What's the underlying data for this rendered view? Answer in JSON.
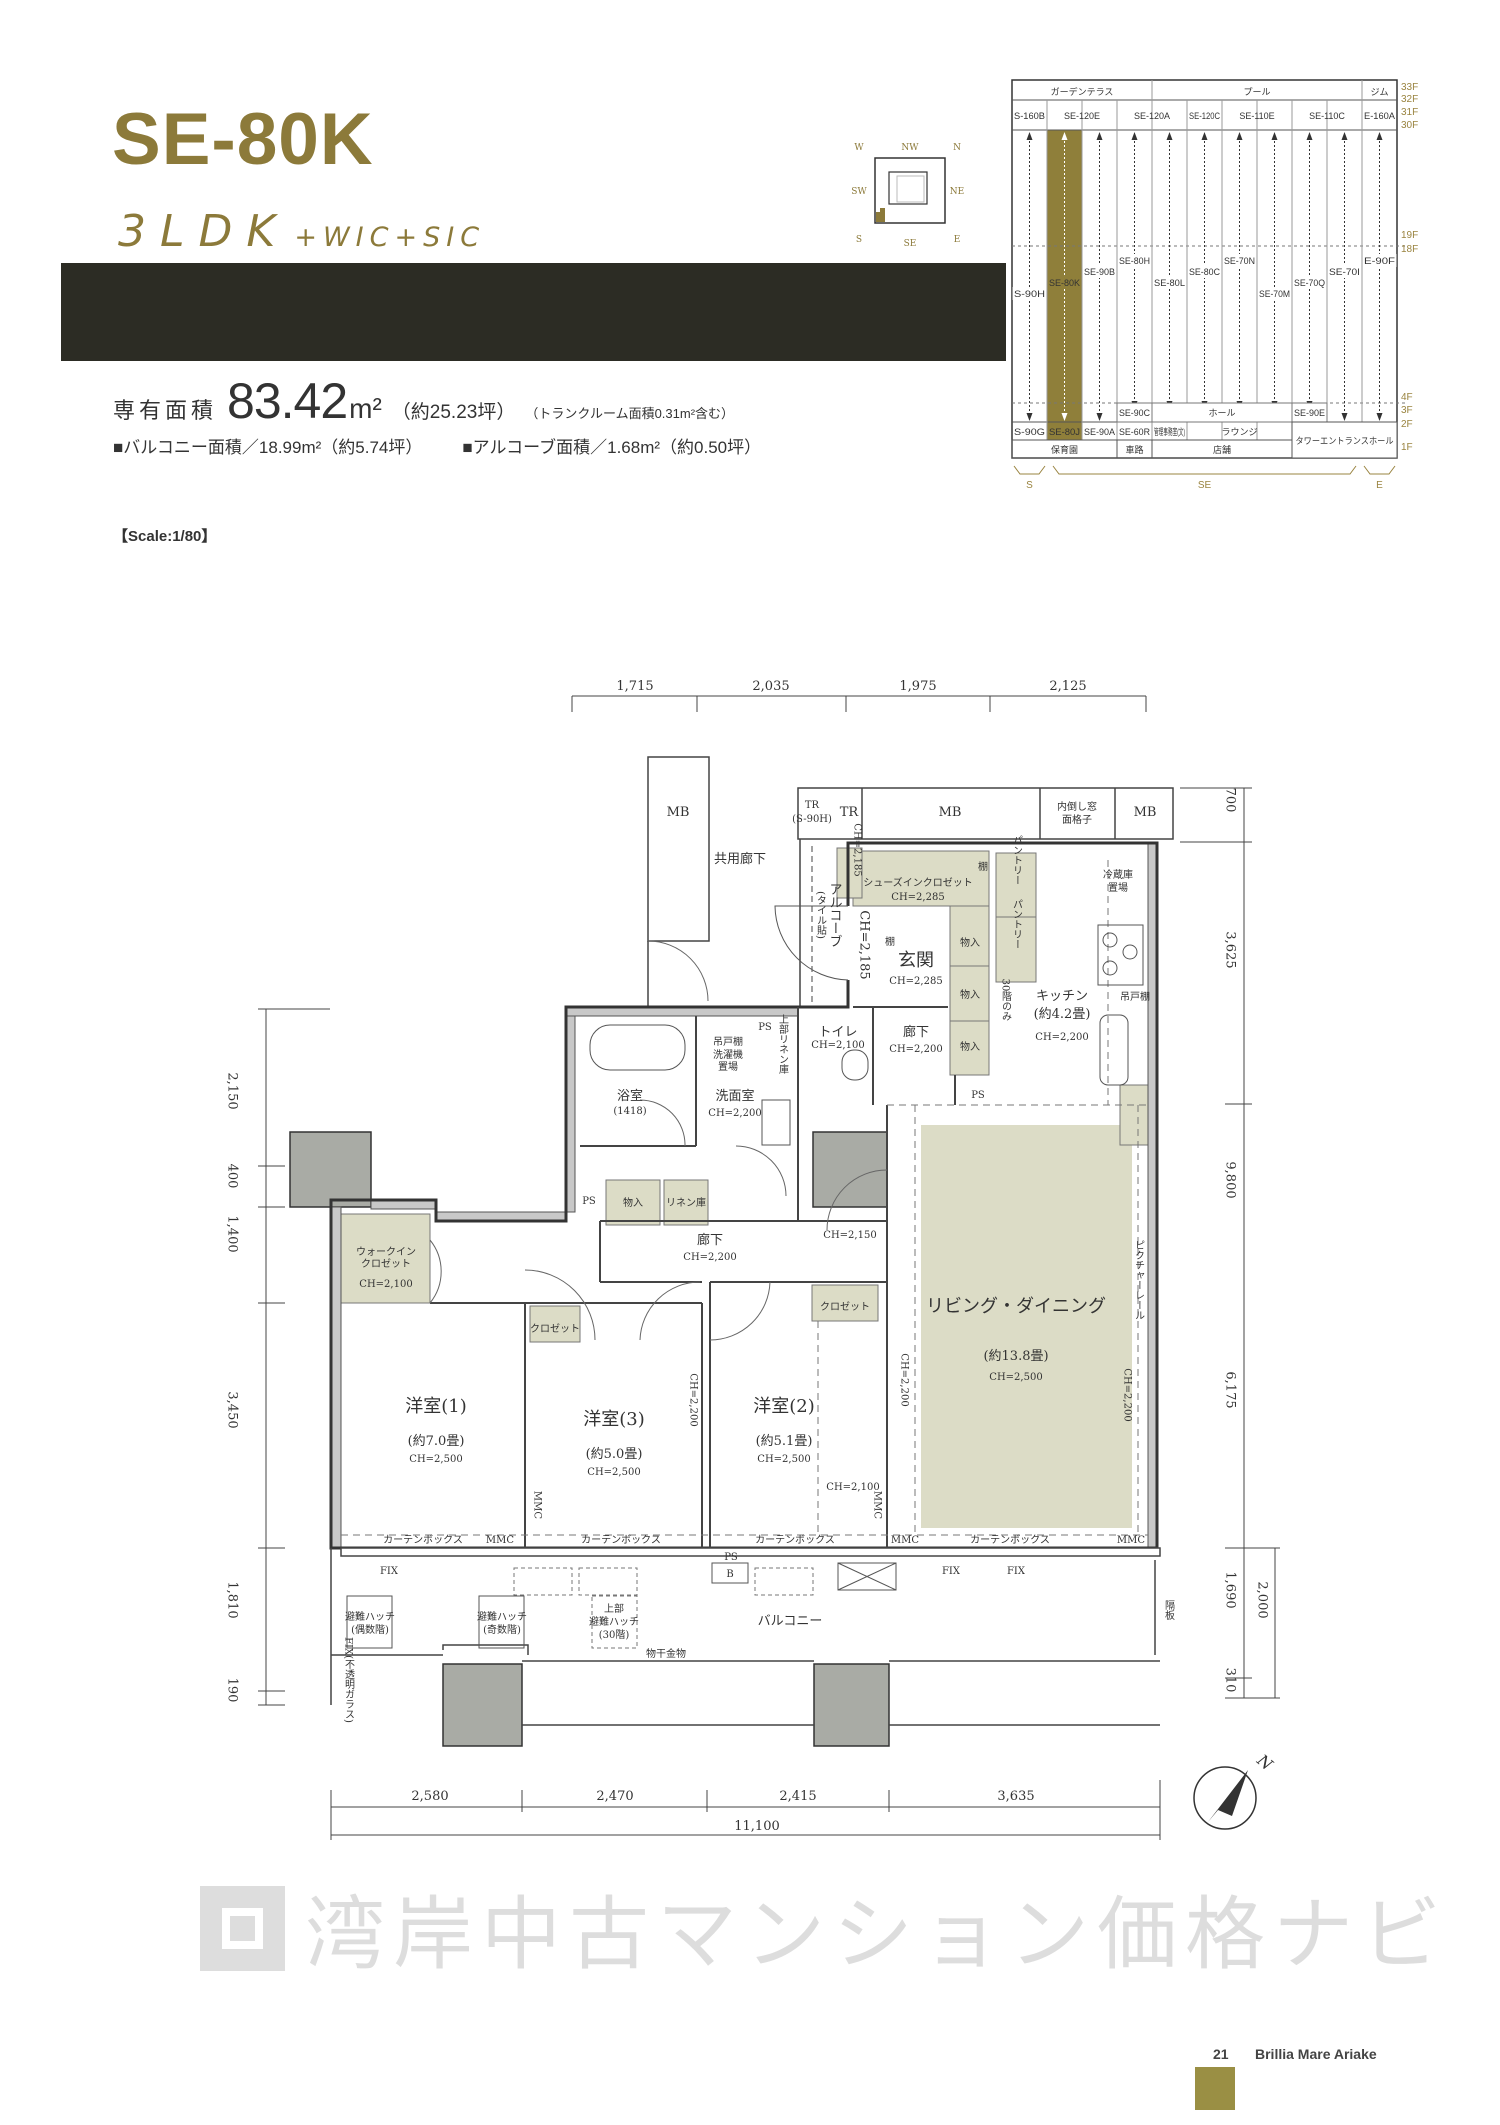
{
  "unit": {
    "name": "SE-80K",
    "layout": "3LDK",
    "layout_extra": "+WIC+SIC"
  },
  "area": {
    "label": "専有面積",
    "value": "83.42",
    "unit": "m²",
    "tsubo": "（約25.23坪）",
    "note": "（トランクルーム面積0.31m²含む）"
  },
  "balcony_area": "■バルコニー面積／18.99m²（約5.74坪）",
  "alcove_area": "■アルコーブ面積／1.68m²（約0.50坪）",
  "scale": "【Scale:1/80】",
  "key_plan": {
    "nw": "NW",
    "n": "N",
    "ne": "NE",
    "e": "E",
    "se": "SE",
    "s": "S",
    "sw": "SW",
    "w": "W"
  },
  "stack": {
    "zones": [
      {
        "label": "ガーデンテラス",
        "span": [
          0,
          4
        ]
      },
      {
        "label": "プール",
        "span": [
          4,
          10
        ]
      },
      {
        "label": "ジム",
        "span": [
          10,
          11
        ]
      }
    ],
    "top_units": [
      {
        "label": "S-160B",
        "span": [
          0,
          1
        ]
      },
      {
        "label": "SE-120E",
        "span": [
          1,
          3
        ]
      },
      {
        "label": "SE-120A",
        "span": [
          3,
          5
        ]
      },
      {
        "label": "SE-120C",
        "span": [
          5,
          6
        ]
      },
      {
        "label": "SE-110E",
        "span": [
          6,
          8
        ]
      },
      {
        "label": "SE-110C",
        "span": [
          8,
          10
        ]
      },
      {
        "label": "E-160A",
        "span": [
          10,
          11
        ]
      }
    ],
    "mid_units": [
      "S-90H",
      "SE-80K",
      "SE-90B",
      "SE-80H",
      "SE-80L",
      "SE-80C",
      "SE-70N",
      "SE-70M",
      "SE-70Q",
      "SE-70I",
      "E-90F"
    ],
    "highlight_col": 1,
    "floor3": [
      {
        "label": "SE-90C",
        "span": [
          3,
          4
        ]
      },
      {
        "label": "ホール",
        "span": [
          4,
          8
        ]
      },
      {
        "label": "SE-90E",
        "span": [
          8,
          9
        ]
      }
    ],
    "floor2": [
      {
        "label": "S-90G",
        "span": [
          0,
          1
        ]
      },
      {
        "label": "SE-80J",
        "span": [
          1,
          2
        ]
      },
      {
        "label": "SE-90A",
        "span": [
          2,
          3
        ]
      },
      {
        "label": "SE-60R",
        "span": [
          3,
          4
        ]
      },
      {
        "label": "管理事務室(文)",
        "span": [
          4,
          5
        ]
      },
      {
        "label": "ラウンジ",
        "span": [
          5,
          8
        ]
      }
    ],
    "floor1": [
      {
        "label": "保育園",
        "span": [
          0,
          3
        ]
      },
      {
        "label": "車路",
        "span": [
          3,
          4
        ]
      },
      {
        "label": "店舗",
        "span": [
          4,
          8
        ]
      }
    ],
    "entrance": {
      "label": "タワーエントランスホール",
      "span": [
        8,
        11
      ]
    },
    "floors": [
      "33F",
      "32F",
      "31F",
      "30F",
      "19F",
      "18F",
      "4F",
      "3F",
      "2F",
      "1F"
    ],
    "wings": [
      "S",
      "SE",
      "E"
    ]
  },
  "plan": {
    "mb_left": "MB",
    "tr_s90h": "TR",
    "tr_s90h_sub": "(S-90H)",
    "tr": "TR",
    "mb_mid": "MB",
    "window_grille_1": "内倒し窓",
    "window_grille_2": "面格子",
    "mb_right": "MB",
    "common_corridor": "共用廊下",
    "alcove": "アルコーブ",
    "alcove_sub": "(タイル貼)",
    "shoes_closet": "シューズインクロゼット",
    "shoes_closet_ch": "CH=2,285",
    "shoes_ch_v": "CH=2,185",
    "shelf": "棚",
    "shelf2": "棚",
    "entrance": "玄関",
    "entrance_ch": "CH=2,285",
    "entrance_ch_v": "CH=2,185",
    "storage1": "物入",
    "storage2": "物入",
    "storage3": "物入",
    "pantry1": "パントリー",
    "pantry2": "パントリー",
    "fridge": "冷蔵庫",
    "fridge2": "置場",
    "floor30_only": "30階のみ",
    "kitchen": "キッチン",
    "kitchen_size": "(約4.2畳)",
    "kitchen_ch": "CH=2,200",
    "hanging_cab": "吊戸棚",
    "bath": "浴室",
    "bath_size": "(1418)",
    "washer1": "洗濯機",
    "washer2": "置場",
    "hanging_cab2": "吊戸棚",
    "upper_linen": "上部リネン庫",
    "washroom": "洗面室",
    "washroom_ch": "CH=2,200",
    "toilet": "トイレ",
    "toilet_ch": "CH=2,100",
    "hall_upper": "廊下",
    "hall_upper_ch": "CH=2,200",
    "ps1": "PS",
    "ps2": "PS",
    "ps3": "PS",
    "ps4": "PS",
    "storage4": "物入",
    "linen": "リネン庫",
    "hall": "廊下",
    "hall_ch": "CH=2,200",
    "ch_2150": "CH=2,150",
    "wic1": "ウォークイン",
    "wic2": "クロゼット",
    "wic_ch": "CH=2,100",
    "closet3": "クロゼット",
    "closet2": "クロゼット",
    "room1": "洋室(1)",
    "room1_size": "(約7.0畳)",
    "room1_ch": "CH=2,500",
    "room3": "洋室(3)",
    "room3_size": "(約5.0畳)",
    "room3_ch": "CH=2,500",
    "room2": "洋室(2)",
    "room2_size": "(約5.1畳)",
    "room2_ch": "CH=2,500",
    "corr_ch_v": "CH=2,200",
    "room2_ch_v": "CH=2,200",
    "ch_2100": "CH=2,100",
    "ld": "リビング・ダイニング",
    "ld_size": "(約13.8畳)",
    "ld_ch": "CH=2,500",
    "picture_rail": "ピクチャーレール",
    "ld_ch_v": "CH=2,200",
    "curtain1": "カーテンボックス",
    "curtain2": "カーテンボックス",
    "curtain3": "カーテンボックス",
    "curtain4": "カーテンボックス",
    "mmc1": "MMC",
    "mmc2": "MMC",
    "mmc3": "MMC",
    "mmc4": "MMC",
    "mmc5": "MMC",
    "fix1": "FIX",
    "fix2": "FIX",
    "fix3": "FIX",
    "b": "B",
    "hatch_even1": "避難ハッチ",
    "hatch_even2": "(偶数階)",
    "hatch_odd1": "避難ハッチ",
    "hatch_odd2": "(奇数階)",
    "hatch_top1": "上部",
    "hatch_top2": "避難ハッチ",
    "hatch_top3": "(30階)",
    "balcony": "バルコニー",
    "drying": "物干金物",
    "partition": "隔板",
    "fix_opaque": "FIX(不透明ガラス)"
  },
  "dimensions": {
    "top": [
      "1,715",
      "2,035",
      "1,975",
      "2,125"
    ],
    "left": [
      "2,150",
      "400",
      "1,400",
      "3,450",
      "1,810",
      "190"
    ],
    "right": [
      "700",
      "3,625",
      "9,800",
      "6,175",
      "1,690",
      "2,000",
      "310"
    ],
    "bottom": [
      "2,580",
      "2,470",
      "2,415",
      "3,635"
    ],
    "total": "11,100"
  },
  "compass": "N",
  "watermark": "湾岸中古マンション価格ナビ",
  "footer": {
    "page": "21",
    "title": "Brillia Mare Ariake"
  },
  "colors": {
    "gold": "#8c7a3a",
    "band": "#2c2c24",
    "room_fill": "#dcdcc6",
    "column": "#a9aba5",
    "highlight": "#8f7f3a"
  }
}
